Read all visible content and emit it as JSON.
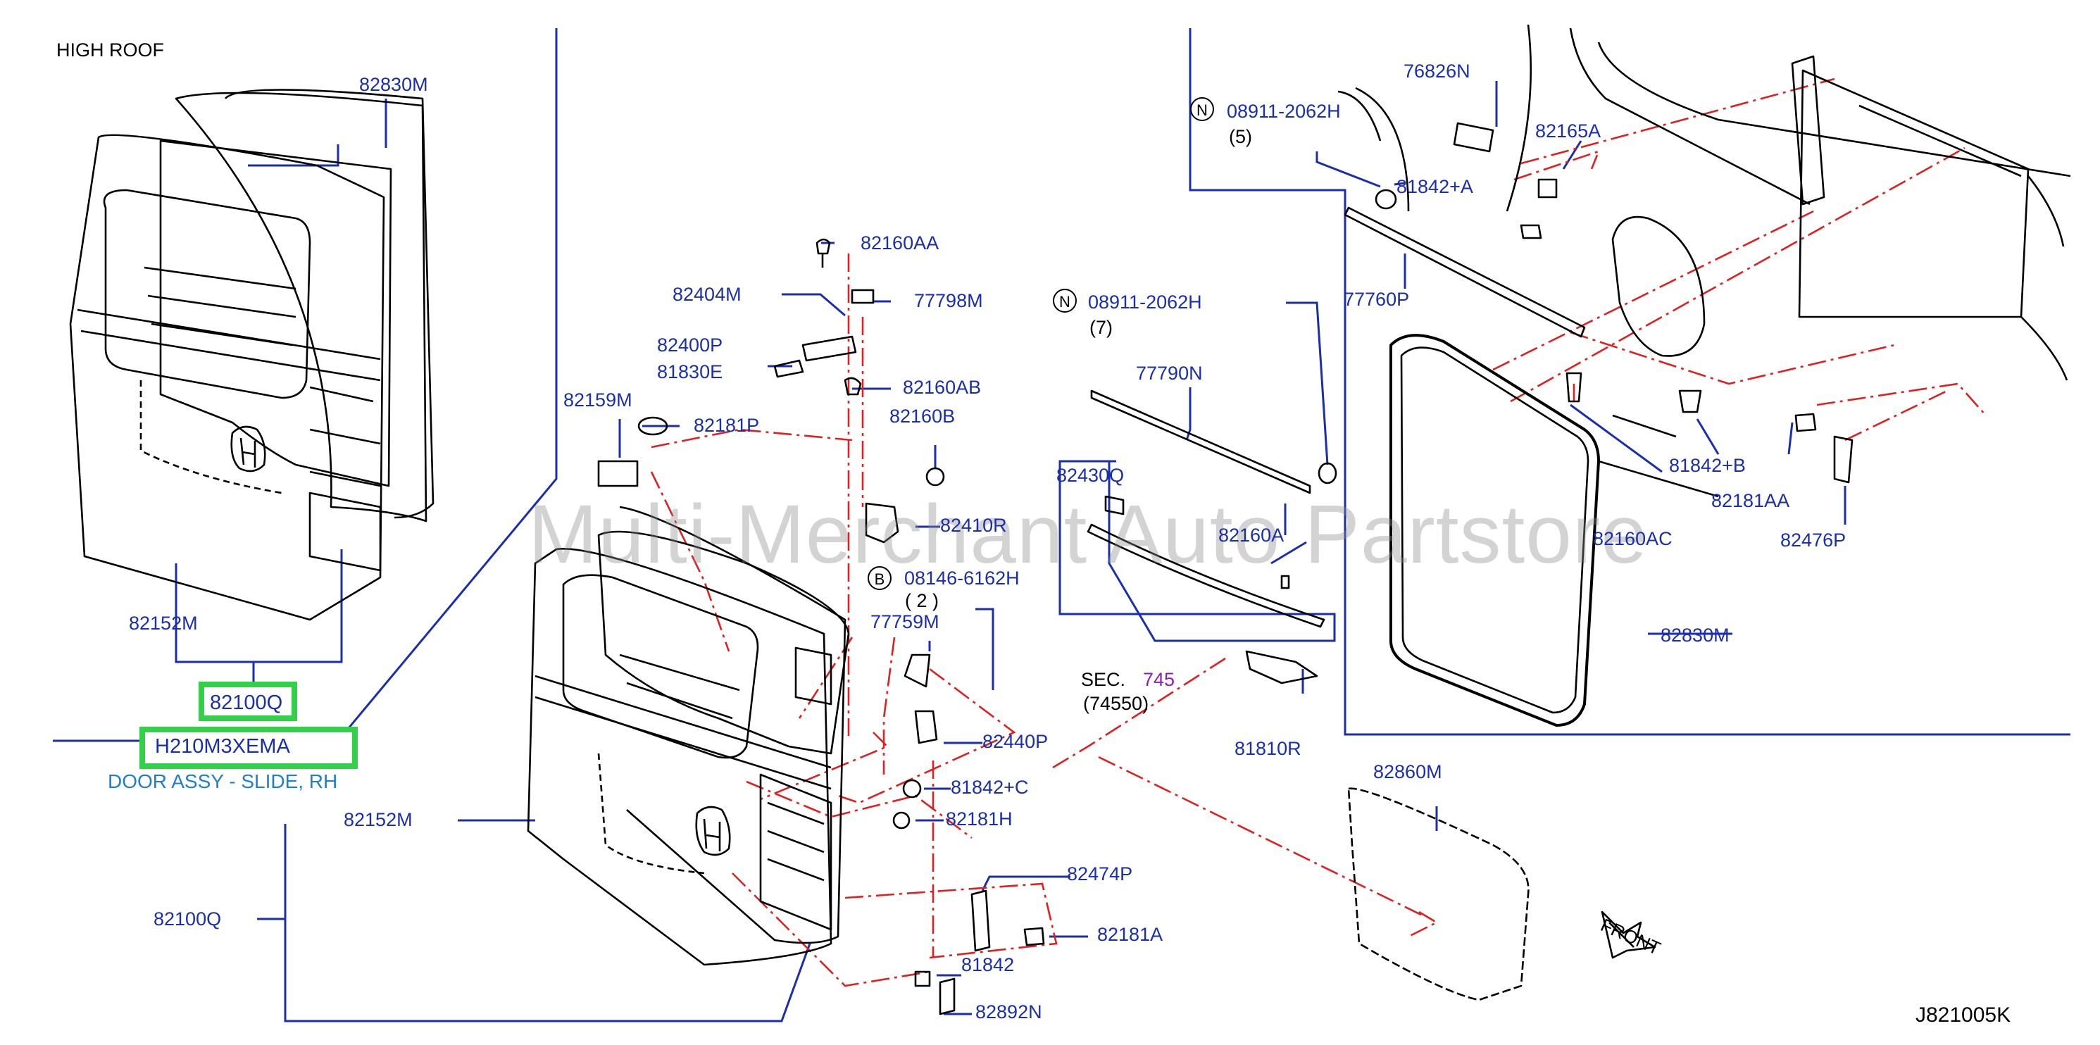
{
  "header": {
    "variant": "HIGH   ROOF"
  },
  "diagram_code": "J821005K",
  "watermark": "Multi-Merchant Auto Partstore",
  "front_label": "FRONT",
  "highlighted": {
    "part": "82100Q",
    "code": "H210M3XEMA",
    "description": "DOOR ASSY - SLIDE, RH"
  },
  "section_ref": {
    "prefix": "SEC.",
    "number": "745",
    "sub": "(74550)"
  },
  "circled": {
    "n1": {
      "letter": "N",
      "part": "08911-2062H",
      "qty": "(5)"
    },
    "n2": {
      "letter": "N",
      "part": "08911-2062H",
      "qty": "(7)"
    },
    "b1": {
      "letter": "B",
      "part": "08146-6162H",
      "qty": "(   2   )"
    }
  },
  "labels": {
    "p82830M_top": "82830M",
    "p82152M_top": "82152M",
    "p82152M_bot": "82152M",
    "p82100Q_bot": "82100Q",
    "p82159M": "82159M",
    "p82181P": "82181P",
    "p82160AA": "82160AA",
    "p82404M": "82404M",
    "p77798M": "77798M",
    "p82400P": "82400P",
    "p81830E": "81830E",
    "p82160AB": "82160AB",
    "p82160B": "82160B",
    "p82410R": "82410R",
    "p77759M": "77759M",
    "p82440P": "82440P",
    "p81842C": "81842+C",
    "p82181H": "82181H",
    "p82474P": "82474P",
    "p82181A": "82181A",
    "p81842": "81842",
    "p82892N": "82892N",
    "p77790N": "77790N",
    "p82430Q": "82430Q",
    "p82160A": "82160A",
    "p81810R": "81810R",
    "p82860M": "82860M",
    "p76826N": "76826N",
    "p82165A": "82165A",
    "p81842A": "81842+A",
    "p77760P": "77760P",
    "p81842B": "81842+B",
    "p82181AA": "82181AA",
    "p82160AC": "82160AC",
    "p82476P": "82476P",
    "p82830M_right": "82830M"
  },
  "colors": {
    "label": "#1a2eb0",
    "highlight_border": "#33d04a",
    "dashed_red": "#e02020",
    "leader_blue": "#1a2eb0",
    "description": "#1e7fd0",
    "section_number": "#8a1fb5"
  }
}
